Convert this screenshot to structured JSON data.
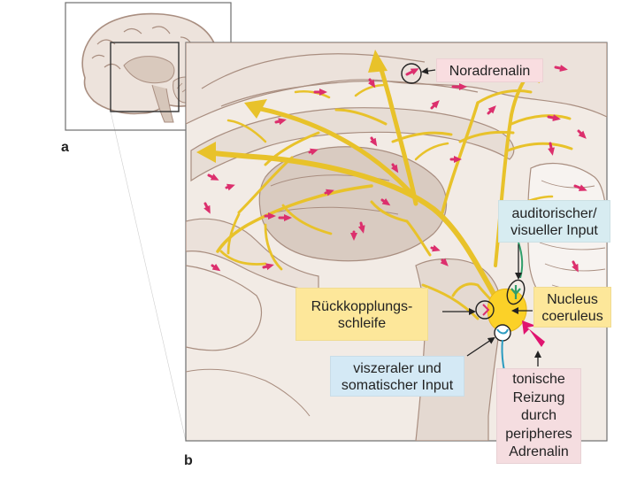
{
  "panel_labels": {
    "a": "a",
    "b": "b"
  },
  "labels": {
    "noradrenalin": "Noradrenalin",
    "auditory_visual": "auditorischer/\nvisueller Input",
    "feedback": "Rückkopplungs-\nschleife",
    "nucleus": "Nucleus\ncoeruleus",
    "visceral": "viszeraler und\nsomatischer Input",
    "tonic": "tonische\nReizung\ndurch\nperipheres\nAdrenalin"
  },
  "colors": {
    "fiber": "#e8c22a",
    "nucleus": "#fbd128",
    "receptor_arrow": "#dc2f6d",
    "tonic_arrow": "#e0136f",
    "brain_outline": "#a98e80",
    "brain_fill": "#ece3dd",
    "brain_inner": "#d9cbc1",
    "green_input": "#2f9e6a",
    "blue_input": "#2a9bc0"
  }
}
